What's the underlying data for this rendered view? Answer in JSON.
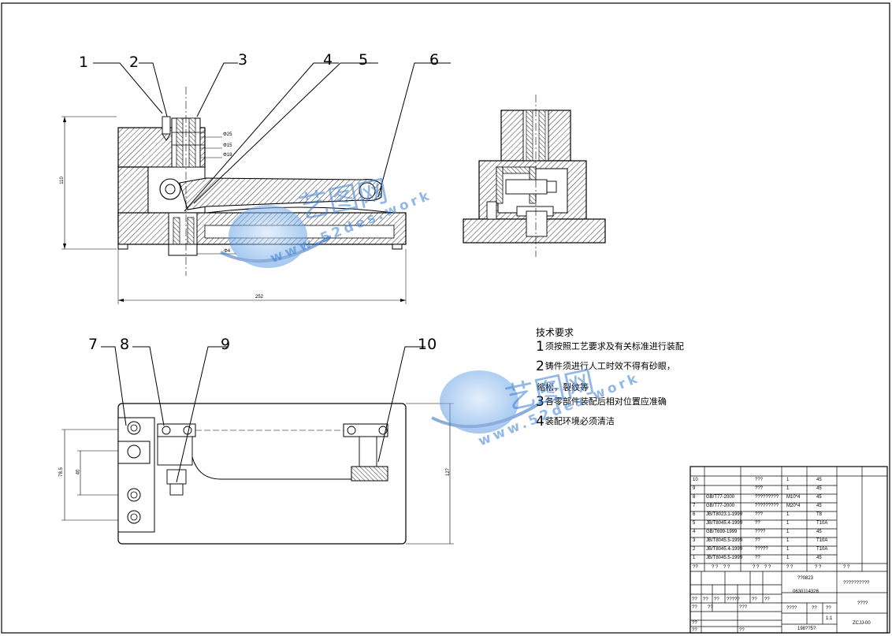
{
  "callouts": [
    "1",
    "2",
    "3",
    "4",
    "5",
    "6",
    "7",
    "8",
    "9",
    "10"
  ],
  "dimensions": {
    "height_left": "110",
    "width_bottom": "252",
    "dia1": "Φ25",
    "dia2": "Φ15",
    "dia3": "Φ18",
    "bore": "Φ4",
    "plan_h1": "78.5",
    "plan_h2": "40",
    "plan_h3": "127"
  },
  "requirements": {
    "title": "技术要求",
    "items": [
      {
        "num": "1",
        "text": "须按照工艺要求及有关标准进行装配"
      },
      {
        "num": "2",
        "text": "铸件须进行人工时效不得有砂眼，"
      },
      {
        "num": "",
        "text": "缩松，裂纹等"
      },
      {
        "num": "3",
        "text": "各零部件装配后相对位置应准确"
      },
      {
        "num": "4",
        "text": "装配环境必须清洁"
      }
    ]
  },
  "watermark": {
    "brand": "艺图网",
    "url": "www.52des.work",
    "color": "#3a7fd6"
  },
  "bom": [
    {
      "no": "10",
      "code": "",
      "name": "???",
      "qty": "1",
      "material": "45"
    },
    {
      "no": "9",
      "code": "",
      "name": "???",
      "qty": "1",
      "material": "45"
    },
    {
      "no": "8",
      "code": "GB/T77-2000",
      "name": "?????????",
      "qty": "M10*4",
      "material": "45"
    },
    {
      "no": "7",
      "code": "GB/T77-2000",
      "name": "?????????",
      "qty": "M20*4",
      "material": "45"
    },
    {
      "no": "6",
      "code": "JB/T8023.1-1999",
      "name": "???",
      "qty": "1",
      "material": "T8"
    },
    {
      "no": "5",
      "code": "JB/T8045.4-1999",
      "name": "??",
      "qty": "1",
      "material": "T10A"
    },
    {
      "no": "4",
      "code": "GB/T699-1999",
      "name": "????",
      "qty": "1",
      "material": "45"
    },
    {
      "no": "3",
      "code": "JB/T8045.5-1999",
      "name": "??",
      "qty": "1",
      "material": "T10A"
    },
    {
      "no": "2",
      "code": "JB/T8045.4-1999",
      "name": "?????",
      "qty": "1",
      "material": "T10A"
    },
    {
      "no": "1",
      "code": "JB/T8045.5-1999",
      "name": "??",
      "qty": "1",
      "material": "45"
    }
  ],
  "bom_header": [
    "??",
    "? ?",
    "? ?",
    "? ?",
    "? ?",
    "? ?",
    "? ?",
    "? ?"
  ],
  "title_block": {
    "code1": "??0823",
    "code2": "0630114326",
    "name": "??????????",
    "unit": "????",
    "drawing_no": "ZCJJ-00",
    "scale": "1:1",
    "school": "198??5?",
    "row_a": [
      "??",
      "??",
      "??",
      "?????",
      "??",
      "??"
    ],
    "row_b": [
      "??",
      "??",
      "???"
    ],
    "row_c": [
      "??"
    ],
    "row_d": [
      "??",
      "??"
    ],
    "mid": [
      "????",
      "??",
      "??"
    ]
  }
}
